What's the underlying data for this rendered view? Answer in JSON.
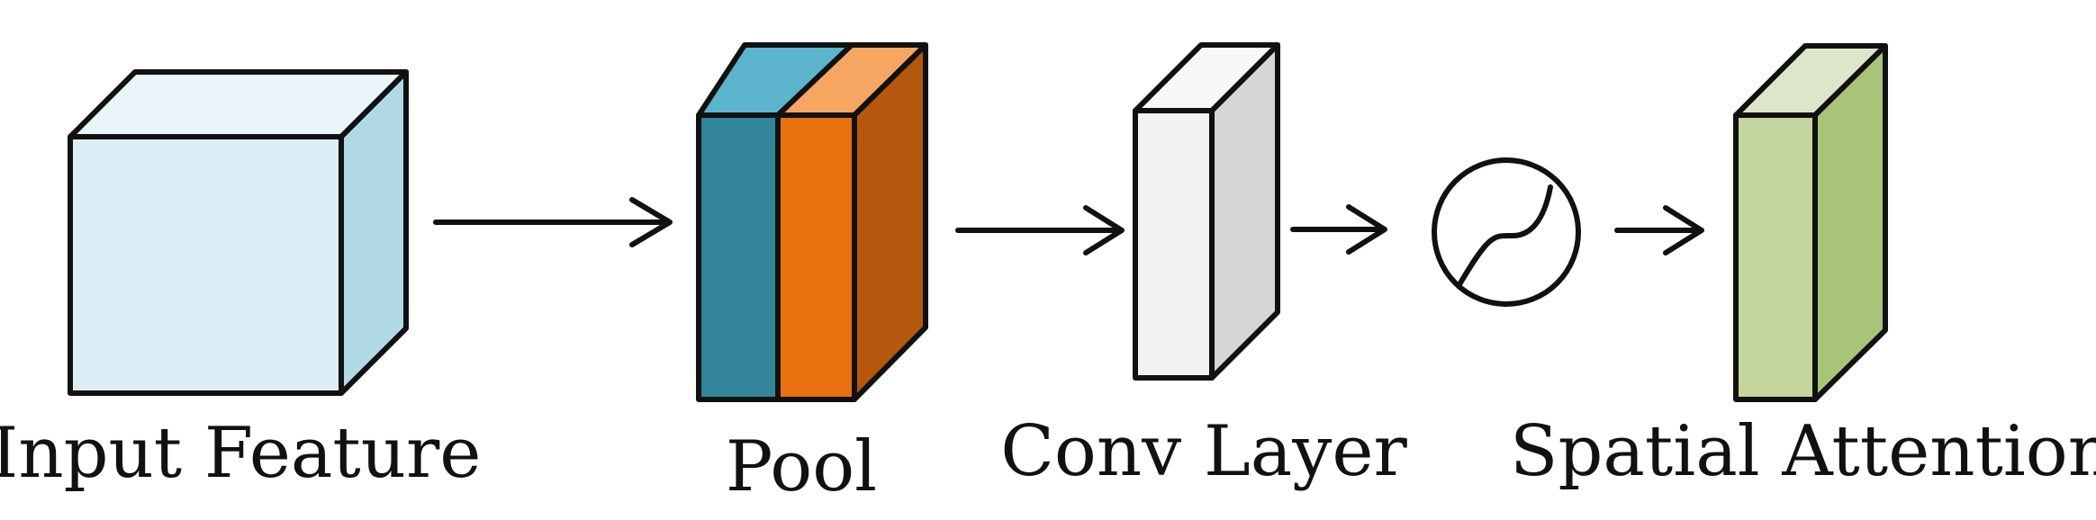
{
  "diagram": {
    "labels": {
      "input_feature": "Input Feature",
      "pool": "Pool",
      "conv_layer": "Conv Layer",
      "spatial_attention": "Spatial Attention"
    },
    "nodes": [
      {
        "id": "input-feature",
        "label": "Input Feature",
        "shape": "cuboid"
      },
      {
        "id": "pool",
        "label": "Pool",
        "shape": "two-slab-block"
      },
      {
        "id": "conv-layer",
        "label": "Conv Layer",
        "shape": "thin-slab"
      },
      {
        "id": "sigmoid",
        "label": "",
        "shape": "circle-sigmoid"
      },
      {
        "id": "spatial-attention",
        "label": "Spatial Attention",
        "shape": "thin-slab"
      }
    ],
    "edges": [
      {
        "from": "input-feature",
        "to": "pool"
      },
      {
        "from": "pool",
        "to": "conv-layer"
      },
      {
        "from": "conv-layer",
        "to": "sigmoid"
      },
      {
        "from": "sigmoid",
        "to": "spatial-attention"
      }
    ],
    "colors": {
      "outline": "#111111",
      "input_front": "#dbeef5",
      "input_top": "#eaf5f9",
      "input_side": "#b1d9e4",
      "pool_teal_front": "#32859a",
      "pool_teal_top": "#5cb4cc",
      "pool_orange_front": "#e9700f",
      "pool_orange_top": "#f7a662",
      "pool_orange_side": "#b6570e",
      "conv_front": "#f2f2f2",
      "conv_top": "#f7f7f7",
      "conv_side": "#d6d6d6",
      "attn_front": "#c4d59d",
      "attn_top": "#dbe7c8",
      "attn_side": "#a9c478"
    }
  }
}
